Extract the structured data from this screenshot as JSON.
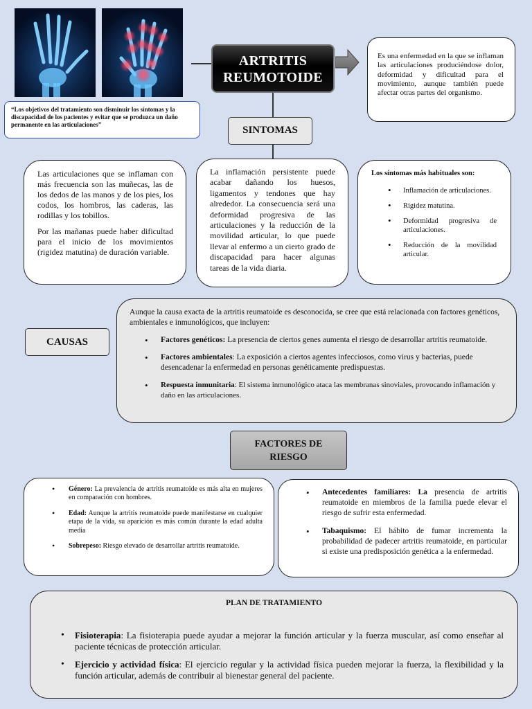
{
  "title": [
    "ARTRITIS",
    "REUMOTOIDE"
  ],
  "quote": "“Los objetivos del tratamiento son disminuir los síntomas y la discapacidad de los pacientes y evitar que se produzca un daño permanente en las articulaciones”",
  "definition": "Es una enfermedad en la que se inflaman las articulaciones produciéndose dolor, deformidad y dificultad para el movimiento, aunque también puede afectar otras partes del organismo.",
  "sintomas": {
    "label": "SINTOMAS",
    "card1": [
      "Las articulaciones que se inflaman con más frecuencia son las muñecas, las de los dedos de las manos y de los pies, los codos, los hombros, las caderas, las rodillas y los tobillos.",
      "Por las mañanas puede haber dificultad para el inicio de los movimientos (rigidez matutina) de duración variable."
    ],
    "card2": "La inflamación persistente puede acabar dañando los huesos, ligamentos y tendones que hay alrededor. La consecuencia será una deformidad progresiva de las articulaciones y la reducción de la movilidad articular, lo que puede llevar al enfermo a un cierto grado de discapacidad para hacer algunas tareas de la vida diaria.",
    "card3_head": "Los síntomas más habituales son:",
    "card3_items": [
      "Inflamación de articulaciones.",
      "Rigidez matutina.",
      "Deformidad progresiva de articulaciones.",
      "Reducción de la movilidad articular."
    ]
  },
  "causas": {
    "label": "CAUSAS",
    "intro": "Aunque la causa exacta de la artritis reumatoide es desconocida, se cree que está relacionada con factores genéticos, ambientales e inmunológicos, que incluyen:",
    "items": [
      {
        "term": "Factores genéticos:",
        "text": " La presencia de ciertos genes aumenta el riesgo de desarrollar artritis reumatoide."
      },
      {
        "term": "Factores ambientales",
        "text": ": La exposición a ciertos agentes infecciosos, como virus y bacterias, puede desencadenar la enfermedad en personas genéticamente predispuestas."
      },
      {
        "term": "Respuesta inmunitaria",
        "text": ": El sistema inmunológico ataca las membranas sinoviales, provocando inflamación y daño en las articulaciones."
      }
    ]
  },
  "riesgo": {
    "label": [
      "FACTORES DE",
      "RIESGO"
    ],
    "left": [
      {
        "term": "Género:",
        "text": " La prevalencia de artritis reumatoide es más alta en mujeres en comparación con hombres."
      },
      {
        "term": "Edad:",
        "text": " Aunque la artritis reumatoide puede manifestarse en cualquier etapa de la vida, su aparición es más común durante la edad adulta media"
      },
      {
        "term": "Sobrepeso:",
        "text": " Riesgo elevado de desarrollar artritis reumatoide."
      }
    ],
    "right": [
      {
        "term": "Antecedentes familiares: La",
        "text": " presencia de artritis reumatoide en miembros de la familia puede elevar el riesgo de sufrir esta enfermedad."
      },
      {
        "term": "Tabaquismo:",
        "text": " El hábito de fumar incrementa la probabilidad de padecer artritis reumatoide, en particular si existe una predisposición genética a la enfermedad."
      }
    ]
  },
  "plan": {
    "title": "PLAN DE TRATAMIENTO",
    "items": [
      {
        "term": "Fisioterapia",
        "text": ": La fisioterapia puede ayudar a mejorar la función articular y la fuerza muscular, así como enseñar al paciente técnicas de protección articular."
      },
      {
        "term": "Ejercicio y actividad física",
        "text": ": El ejercicio regular y la actividad física pueden mejorar la fuerza, la flexibilidad y la función articular, además de contribuir al bienestar general del paciente."
      }
    ]
  },
  "colors": {
    "background": "#d6dff0",
    "inflammation": "#ff2a4a",
    "xray": "#6ec8ff"
  }
}
